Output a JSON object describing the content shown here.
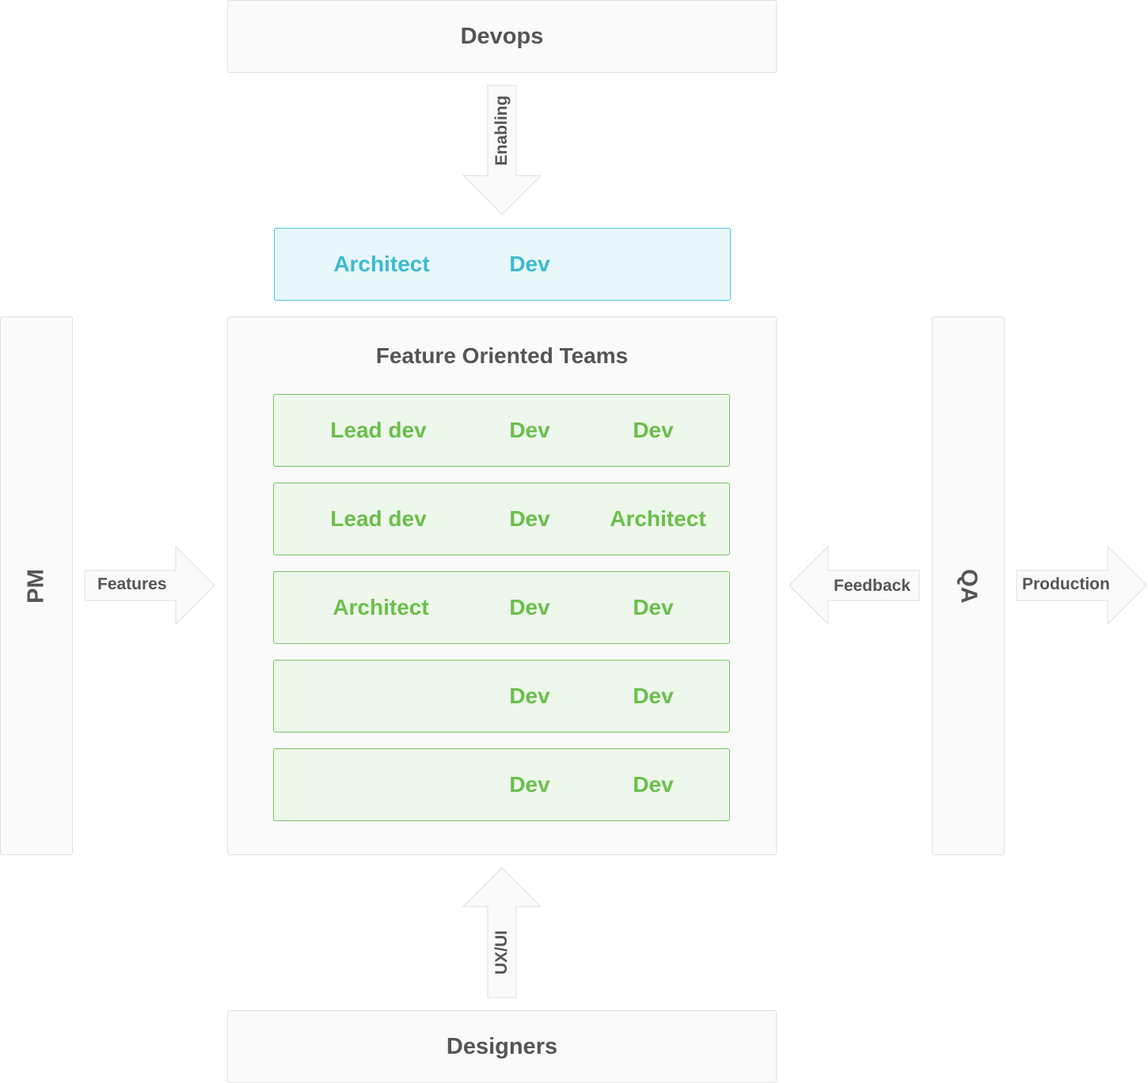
{
  "devops": {
    "label": "Devops"
  },
  "designers": {
    "label": "Designers"
  },
  "pm": {
    "label": "PM"
  },
  "qa": {
    "label": "QA"
  },
  "arrows": {
    "enabling": "Enabling",
    "uxui": "UX/UI",
    "features": "Features",
    "feedback": "Feedback",
    "production": "Production"
  },
  "enabling_team": {
    "cells": [
      "Architect",
      "Dev"
    ]
  },
  "feature_teams": {
    "title": "Feature Oriented Teams",
    "rows": [
      [
        "Lead dev",
        "Dev",
        "Dev"
      ],
      [
        "Lead dev",
        "Dev",
        "Architect"
      ],
      [
        "Architect",
        "Dev",
        "Dev"
      ],
      [
        "",
        "Dev",
        "Dev"
      ],
      [
        "",
        "Dev",
        "Dev"
      ]
    ]
  },
  "colors": {
    "box_fill": "#fafafa",
    "box_border": "#e0e0e0",
    "team_green": "#6abf4b",
    "team_green_fill": "#edf7eb",
    "enabling_cyan": "#3bbad1",
    "enabling_cyan_fill": "#e8f7fb",
    "text_gray": "#555555"
  }
}
